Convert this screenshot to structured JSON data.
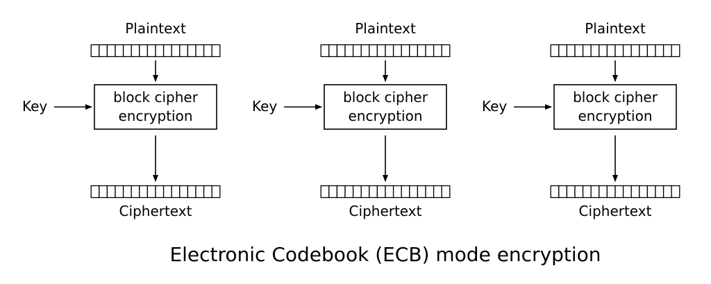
{
  "title": "Electronic Codebook (ECB) mode encryption",
  "blocks": [
    {
      "plaintext_label": "Plaintext",
      "key_label": "Key",
      "cipher_line1": "block cipher",
      "cipher_line2": "encryption",
      "ciphertext_label": "Ciphertext"
    },
    {
      "plaintext_label": "Plaintext",
      "key_label": "Key",
      "cipher_line1": "block cipher",
      "cipher_line2": "encryption",
      "ciphertext_label": "Ciphertext"
    },
    {
      "plaintext_label": "Plaintext",
      "key_label": "Key",
      "cipher_line1": "block cipher",
      "cipher_line2": "encryption",
      "ciphertext_label": "Ciphertext"
    }
  ]
}
